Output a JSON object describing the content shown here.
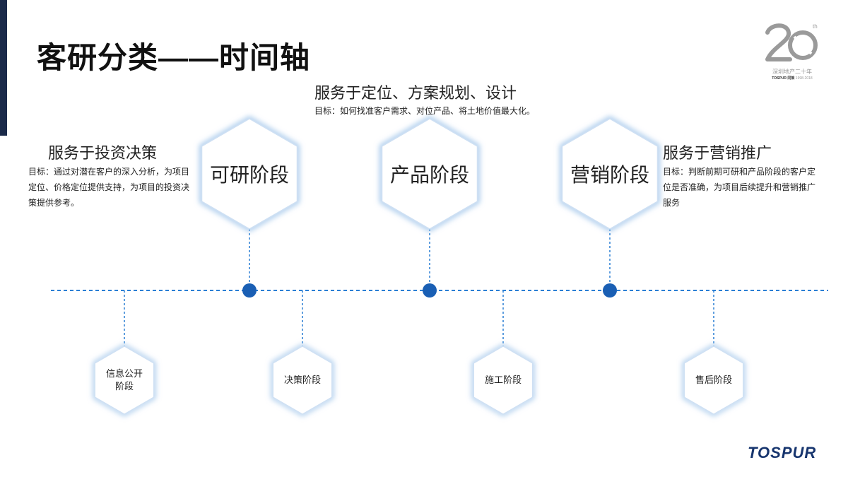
{
  "title": "客研分类——时间轴",
  "logo": {
    "number": "20",
    "superscript": "th",
    "line1": "深圳地产二十年",
    "line2_brand": "TOSPUR 同策",
    "line2_years": "1998-2018"
  },
  "main_stages": [
    {
      "label": "可研阶段",
      "title": "服务于投资决策",
      "desc": "目标：通过对潜在客户的深入分析，为项目定位、价格定位提供支持，为项目的投资决策提供参考。"
    },
    {
      "label": "产品阶段",
      "title": "服务于定位、方案规划、设计",
      "desc": "目标：如何找准客户需求、对位产品、将土地价值最大化。"
    },
    {
      "label": "营销阶段",
      "title": "服务于营销推广",
      "desc": "目标：判断前期可研和产品阶段的客户定位是否准确，为项目后续提升和营销推广服务"
    }
  ],
  "sub_stages": [
    {
      "label_line1": "信息公开",
      "label_line2": "阶段"
    },
    {
      "label_line1": "决策阶段",
      "label_line2": ""
    },
    {
      "label_line1": "施工阶段",
      "label_line2": ""
    },
    {
      "label_line1": "售后阶段",
      "label_line2": ""
    }
  ],
  "brand": "TOSPUR",
  "colors": {
    "accent": "#1a5fb4",
    "dash": "#2a7fd4",
    "hex_stroke": "#cfe0f3",
    "hex_glow": "#9cc2e9",
    "dark_bar": "#1b2a4a"
  }
}
